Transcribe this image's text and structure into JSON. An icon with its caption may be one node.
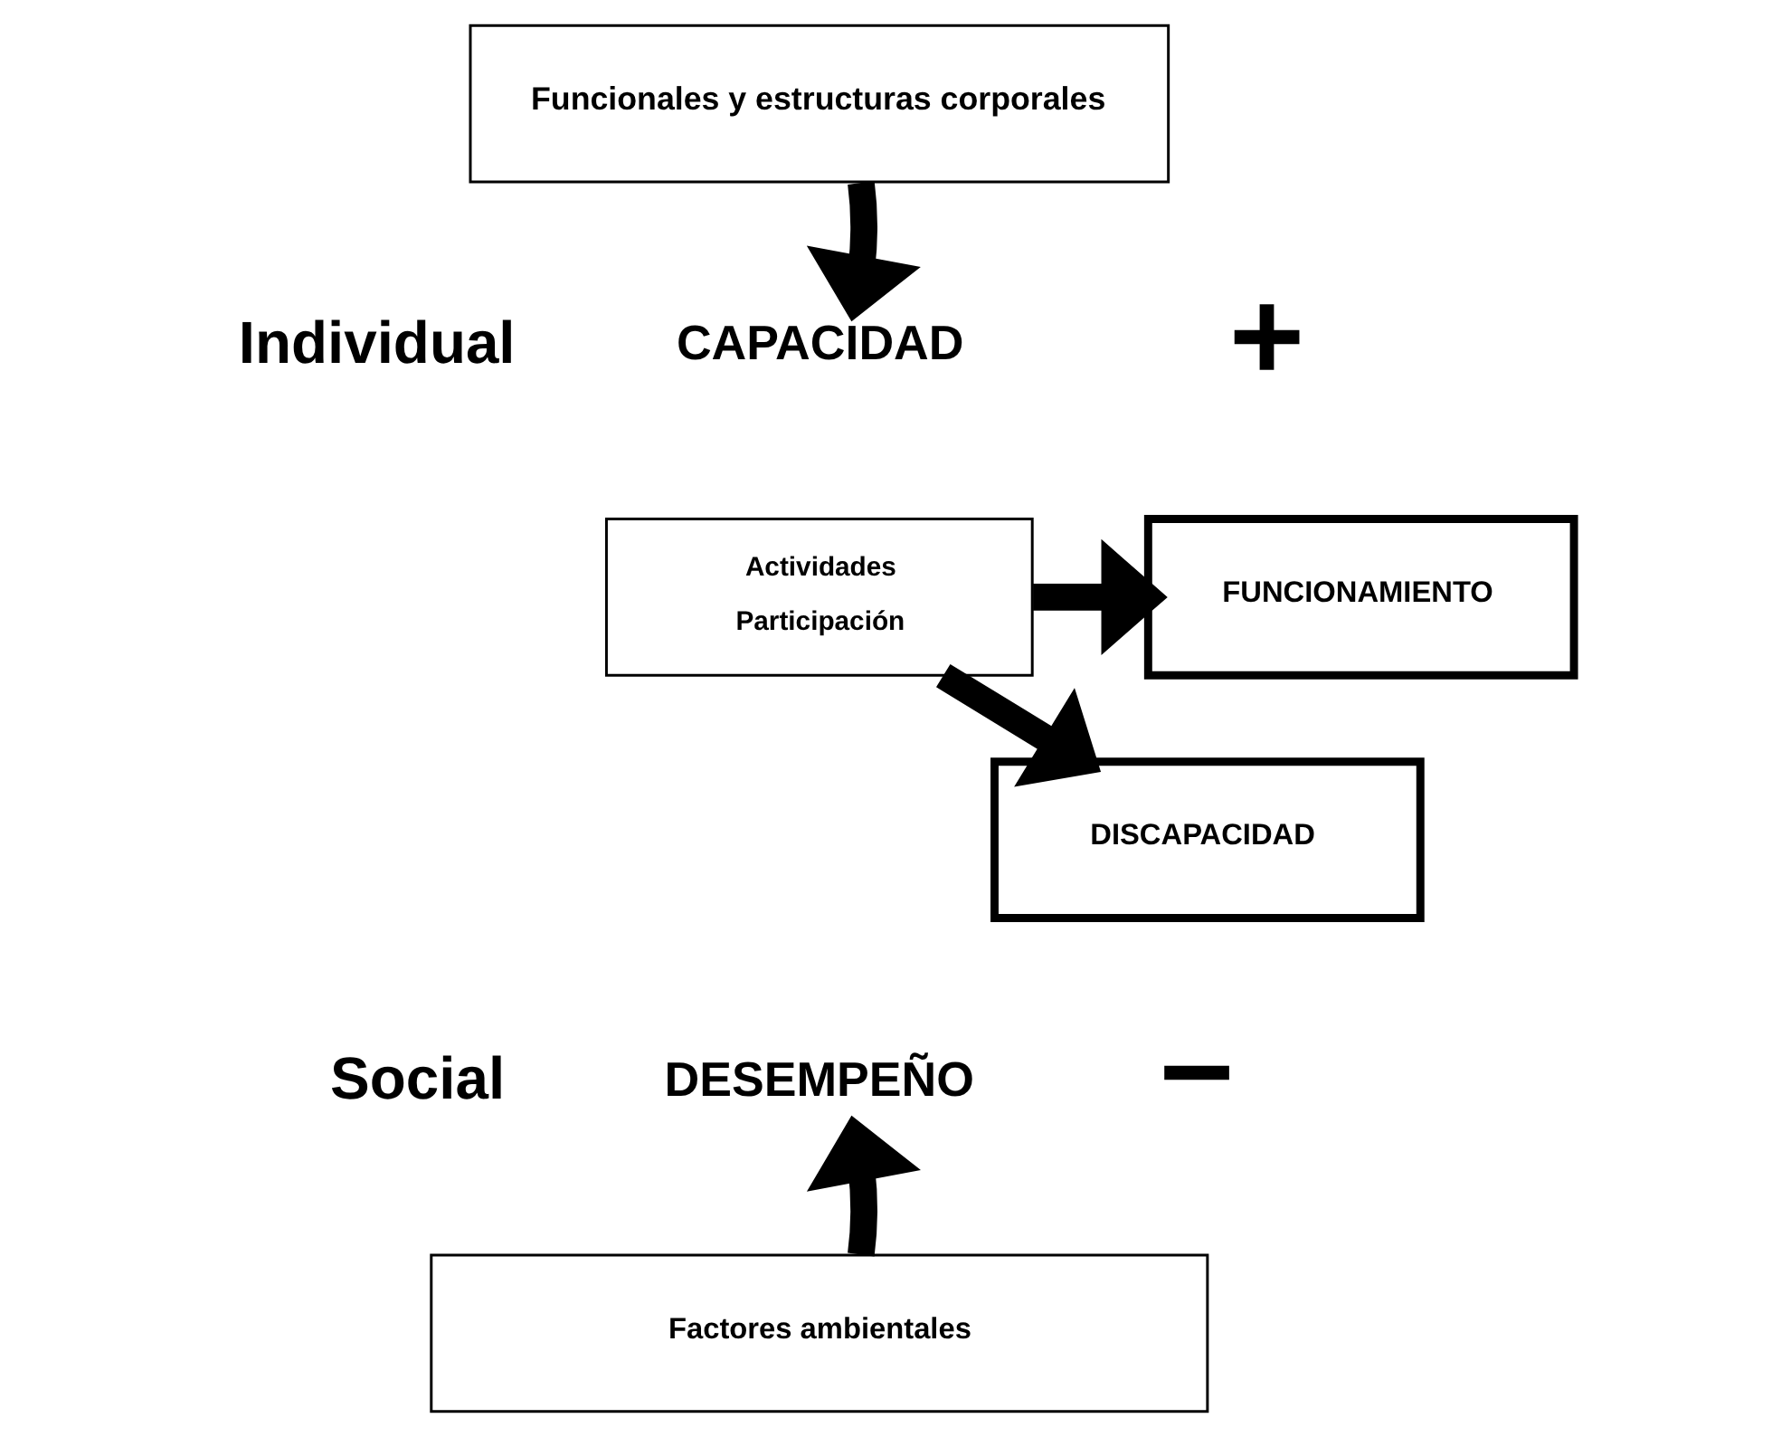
{
  "diagram": {
    "nodes": [
      {
        "text": [
          "Funcionales y estructuras corporales"
        ]
      },
      {
        "text": [
          "CAPACIDAD"
        ]
      },
      {
        "text": [
          "Actividades",
          "Participación"
        ]
      },
      {
        "text": [
          "FUNCIONAMIENTO"
        ]
      },
      {
        "text": [
          "DISCAPACIDAD"
        ]
      },
      {
        "text": [
          "DESEMPEÑO"
        ]
      },
      {
        "text": [
          "Factores ambientales"
        ]
      }
    ],
    "edges": [
      {
        "from": 0,
        "to": 1,
        "arrow": "to"
      },
      {
        "from": 2,
        "to": 3,
        "arrow": "to"
      },
      {
        "from": 2,
        "to": 4,
        "arrow": "to"
      },
      {
        "from": 6,
        "to": 5,
        "arrow": "to"
      }
    ],
    "labels": [
      "Individual",
      "+",
      "Social",
      "−"
    ]
  }
}
